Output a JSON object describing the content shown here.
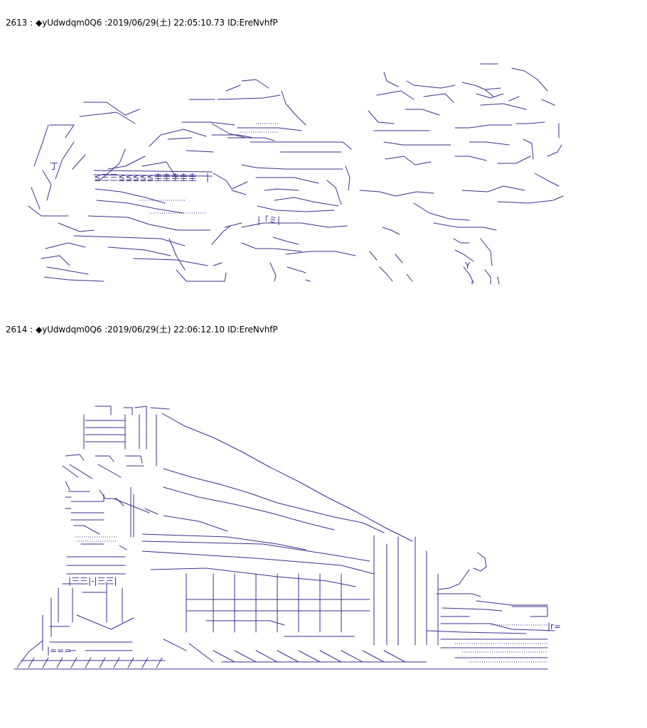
{
  "colors": {
    "background": "#ffffff",
    "header_text": "#000000",
    "art_ink": "#3a2f8f"
  },
  "posts": [
    {
      "number": "2613",
      "separator": ":",
      "name": "◆yUdwdqm0Q6",
      "date": ":2019/06/29(土) 22:05:10.73",
      "id": "ID:EreNvhfP"
    },
    {
      "number": "2614",
      "separator": ":",
      "name": "◆yUdwdqm0Q6",
      "date": ":2019/06/29(土) 22:06:12.10",
      "id": "ID:EreNvhfP"
    }
  ],
  "art": {
    "post1_fragments": [
      "≦三三≦≦≦≦≦圭圭圭圭圭",
      "丁",
      "Y",
      "|「ミ|"
    ],
    "post2_fragments": [
      "|三三|-|三三|",
      "|r=",
      "|==="
    ]
  }
}
